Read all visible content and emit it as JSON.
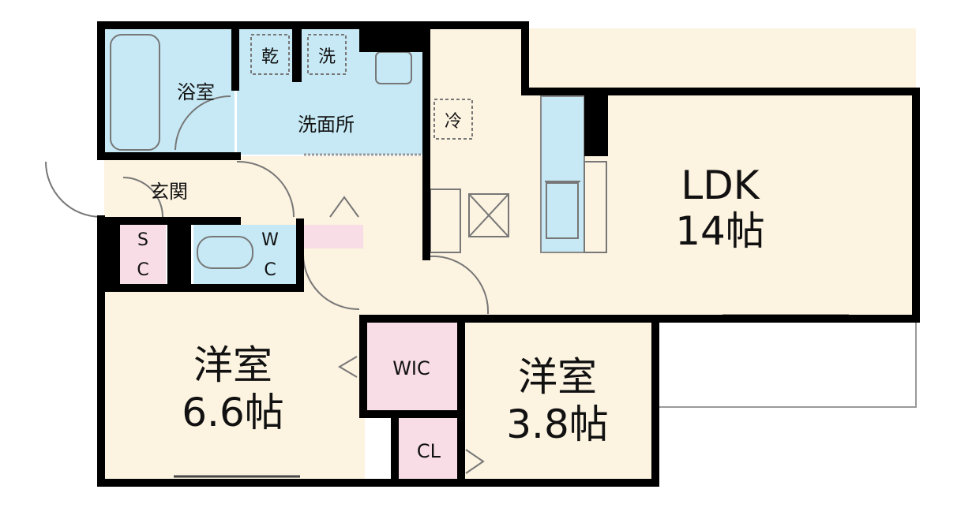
{
  "floor_plan": {
    "rooms": {
      "bath": {
        "label": "浴室"
      },
      "washroom": {
        "label": "洗面所"
      },
      "dryer": {
        "label": "乾"
      },
      "washer": {
        "label": "洗"
      },
      "fridge": {
        "label": "冷"
      },
      "entrance": {
        "label": "玄関"
      },
      "shoe_closet": {
        "label_line1": "S",
        "label_line2": "C"
      },
      "toilet": {
        "label_line1": "W",
        "label_line2": "C"
      },
      "ldk": {
        "label": "LDK",
        "size": "14帖"
      },
      "western1": {
        "label": "洋室",
        "size": "6.6帖"
      },
      "wic": {
        "label": "WIC"
      },
      "western2": {
        "label": "洋室",
        "size": "3.8帖"
      },
      "closet": {
        "label": "CL"
      }
    },
    "colors": {
      "floor_wood": "#fcf3e0",
      "wet_area": "#c6e9f5",
      "storage": "#f8dde6",
      "wall": "#000000"
    }
  }
}
